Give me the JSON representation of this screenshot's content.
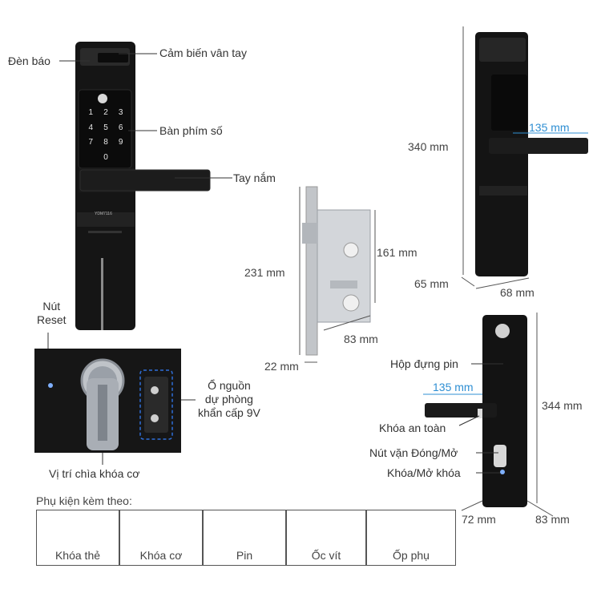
{
  "labels": {
    "indicator": "Đèn báo",
    "fingerprint": "Cảm biến vân tay",
    "keypad": "Bàn phím số",
    "handle": "Tay nắm",
    "reset_line1": "Nút",
    "reset_line2": "Reset",
    "power_line1": "Ổ nguồn",
    "power_line2": "dự phòng",
    "power_line3": "khẩn cấp 9V",
    "key_position": "Vị trí chìa khóa cơ",
    "battery_box": "Hộp đựng pin",
    "safety_lock": "Khóa an toàn",
    "knob": "Nút vặn Đóng/Mở",
    "lock_unlock": "Khóa/Mở khóa"
  },
  "dimensions": {
    "front_height": "340 mm",
    "handle_length_top": "135 mm",
    "front_depth": "65 mm",
    "front_width": "68 mm",
    "mortise_height": "231 mm",
    "mortise_inner": "161 mm",
    "mortise_width": "83 mm",
    "mortise_thickness": "22 mm",
    "back_height": "344 mm",
    "handle_length_back": "135 mm",
    "back_depth": "72 mm",
    "back_width": "83 mm"
  },
  "accessories": {
    "title": "Phụ kiện kèm theo:",
    "items": [
      {
        "label": "Khóa thẻ"
      },
      {
        "label": "Khóa cơ"
      },
      {
        "label": "Pin"
      },
      {
        "label": "Ốc vít"
      },
      {
        "label": "Ốp phụ"
      }
    ]
  },
  "brand": "YDM7116",
  "keypad_keys": [
    "1",
    "2",
    "3",
    "4",
    "5",
    "6",
    "7",
    "8",
    "9",
    "",
    "0",
    ""
  ],
  "colors": {
    "lock_body": "#151515",
    "accent_dim": "#2f8fd3",
    "steel": "#c9ccd0"
  }
}
